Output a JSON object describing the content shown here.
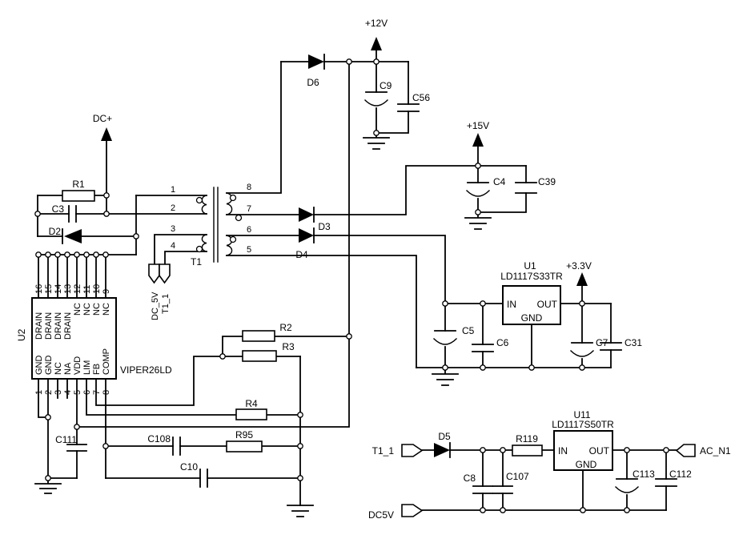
{
  "nets": {
    "dc_plus": "DC+",
    "v12": "+12V",
    "v15": "+15V",
    "v3v3": "+3.3V"
  },
  "t1": {
    "ref": "T1",
    "pins_left": [
      "1",
      "2",
      "3",
      "4"
    ],
    "pins_right": [
      "8",
      "7",
      "6",
      "5"
    ],
    "plug_dc5v": "DC_5V",
    "plug_t11": "T1_1"
  },
  "u2": {
    "ref": "U2",
    "part": "VIPER26LD",
    "top_numbers": [
      "16",
      "15",
      "14",
      "13",
      "12",
      "11",
      "10",
      "9"
    ],
    "top_names": [
      "DRAIN",
      "DRAIN",
      "DRAIN",
      "DRAIN",
      "NC",
      "NC",
      "NC",
      "NC"
    ],
    "bottom_numbers": [
      "1",
      "2",
      "3",
      "4",
      "5",
      "6",
      "7",
      "8"
    ],
    "bottom_names": [
      "GND",
      "GND",
      "NC",
      "NA",
      "VDD",
      "LIM",
      "FB",
      "COMP"
    ]
  },
  "u1": {
    "ref": "U1",
    "part": "LD1117S33TR",
    "pin_in": "IN",
    "pin_out": "OUT",
    "pin_gnd": "GND"
  },
  "u11": {
    "ref": "U11",
    "part": "LD1117S50TR",
    "pin_in": "IN",
    "pin_out": "OUT",
    "pin_gnd": "GND"
  },
  "resistors": {
    "r1": "R1",
    "r2": "R2",
    "r3": "R3",
    "r4": "R4",
    "r95": "R95",
    "r119": "R119"
  },
  "capacitors": {
    "c3": "C3",
    "c4": "C4",
    "c5": "C5",
    "c6": "C6",
    "c7": "C7",
    "c8": "C8",
    "c9": "C9",
    "c10": "C10",
    "c31": "C31",
    "c39": "C39",
    "c56": "C56",
    "c107": "C107",
    "c108": "C108",
    "c111": "C111",
    "c112": "C112",
    "c113": "C113"
  },
  "diodes": {
    "d2": "D2",
    "d3": "D3",
    "d4": "D4",
    "d5": "D5",
    "d6": "D6"
  },
  "connectors": {
    "t1_1_in": "T1_1",
    "ac_n1": "AC_N1",
    "dc5v": "DC5V"
  }
}
